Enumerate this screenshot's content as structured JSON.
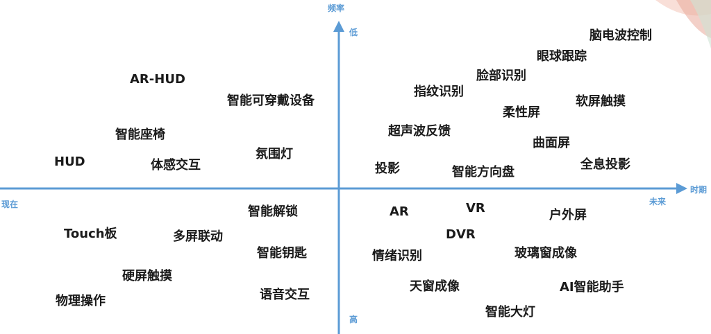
{
  "axes": {
    "y_title": "频率",
    "y_top": "低",
    "y_bottom": "高",
    "x_left": "现在",
    "x_right_title": "时期",
    "x_right": "未来"
  },
  "quadrants": {
    "top_left": [
      "AR-HUD",
      "智能可穿戴设备",
      "智能座椅",
      "HUD",
      "体感交互",
      "氛围灯"
    ],
    "top_right": [
      "脑电波控制",
      "眼球跟踪",
      "脸部识别",
      "指纹识别",
      "软屏触摸",
      "柔性屏",
      "超声波反馈",
      "曲面屏",
      "投影",
      "智能方向盘",
      "全息投影"
    ],
    "bottom_left": [
      "智能解锁",
      "Touch板",
      "多屏联动",
      "智能钥匙",
      "硬屏触摸",
      "物理操作",
      "语音交互"
    ],
    "bottom_right": [
      "AR",
      "VR",
      "户外屏",
      "DVR",
      "情绪识别",
      "玻璃窗成像",
      "天窗成像",
      "AI智能助手",
      "智能大灯"
    ]
  },
  "colors": {
    "axis": "#5b9bd5",
    "term_text": "#1a1a1a"
  }
}
